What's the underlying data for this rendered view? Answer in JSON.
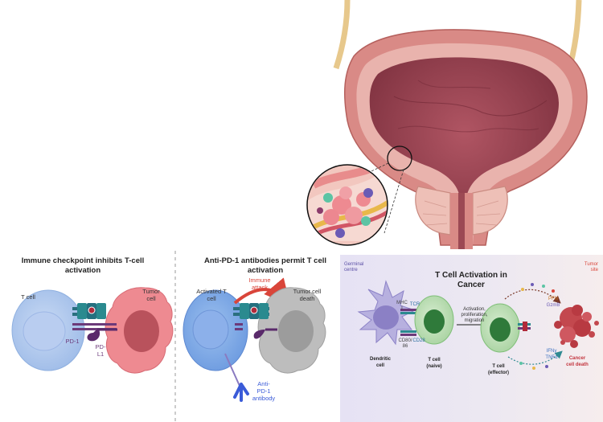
{
  "panel_left": {
    "title": "Immune checkpoint inhibits T-cell activation",
    "t_cell": "T cell",
    "tumor_cell": "Tumor cell",
    "pd1": "PD-1",
    "pdl1": "PD-L1"
  },
  "panel_middle": {
    "title": "Anti-PD-1 antibodies permit T cell activation",
    "activated_t_cell": "Activated T cell",
    "immune_attack": "Immune attack",
    "tumor_cell_death": "Tumor cell death",
    "antibody": "Anti-PD-1 antibody"
  },
  "panel_right": {
    "germinal_centre": "Germinal centre",
    "tumor_site": "Tumor site",
    "title": "T Cell Activation in Cancer",
    "mhc": "MHC I",
    "tcr": "TCR",
    "cd80": "CD80/",
    "cd86": "86",
    "cd28": "CD28",
    "dendritic": "Dendritic cell",
    "tcell_naive_1": "T cell",
    "tcell_naive_2": "(naive)",
    "steps": "Activation, proliferation, migration",
    "tcell_effector_1": "T cell",
    "tcell_effector_2": "(effector)",
    "pfn": "PFN",
    "gzmb": "GzmB",
    "ifng": "IFNγ",
    "tnfa": "TNFα",
    "cancer_death": "Cancer cell death"
  },
  "colors": {
    "bladder_wall": "#d9827e",
    "bladder_lumen": "#8e3b45",
    "tcell_blue": "#a9c3ea",
    "tumor_pink": "#ee8a91",
    "dead_grey": "#b9b9b9",
    "attack_red": "#d9453a",
    "right_panel_left": "#e9e6f5",
    "right_panel_right": "#f4eeee"
  }
}
